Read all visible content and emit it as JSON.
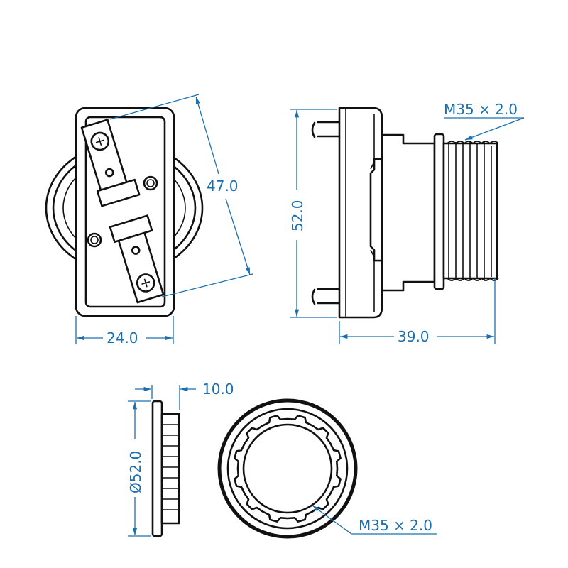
{
  "front_view": {
    "width_dim": "24.0",
    "diag_dim": "47.0"
  },
  "side_view": {
    "height_dim": "52.0",
    "length_dim": "39.0",
    "thread_label": "M35 × 2.0"
  },
  "nut_side_view": {
    "thickness_dim": "10.0",
    "diameter_dim": "Ø52.0"
  },
  "nut_front_view": {
    "thread_label": "M35 × 2.0"
  },
  "colors": {
    "dimension": "#1a6fb0",
    "outline": "#111111"
  }
}
